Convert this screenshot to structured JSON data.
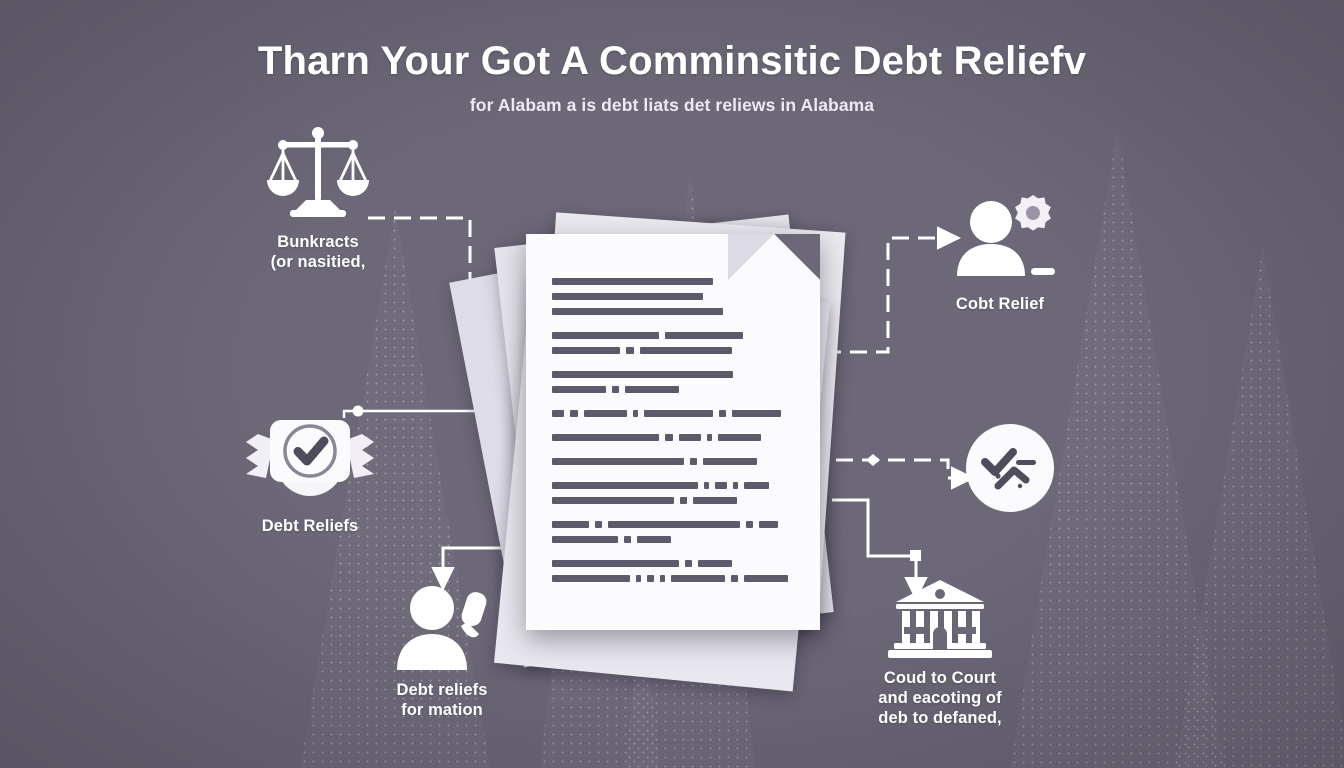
{
  "meta": {
    "background_color": "#6d6878",
    "accent_color": "#ffffff",
    "document_line_color": "#5d5a6b"
  },
  "header": {
    "title": "Tharn Your Got A Comminsitic Debt Reliefv",
    "subtitle": "for Alabam a is debt liats det reliews in Alabama"
  },
  "center": {
    "name": "document-stack",
    "description": "stack of white paper documents with placeholder text lines"
  },
  "nodes": [
    {
      "id": "bankruptcy",
      "icon": "scales-of-justice-icon",
      "label": "Bunkracts\n(or nasitied,",
      "position": "top-left"
    },
    {
      "id": "debt-relief-badge",
      "icon": "checkmark-badge-icon",
      "label": "Debt Reliefs",
      "position": "middle-left"
    },
    {
      "id": "debt-relief-person",
      "icon": "person-raised-hand-icon",
      "label": "Debt reliefs\nfor mation",
      "position": "bottom-left"
    },
    {
      "id": "creditor",
      "icon": "person-gear-icon",
      "label": "Cobt Relief",
      "position": "top-right"
    },
    {
      "id": "approval-circle",
      "icon": "checkmark-chart-circle-icon",
      "label": "",
      "position": "middle-right"
    },
    {
      "id": "court",
      "icon": "courthouse-icon",
      "label": "Coud to Court\nand eacoting of\ndeb to defaned,",
      "position": "bottom-right"
    }
  ],
  "document_lines": [
    {
      "paragraph": 1,
      "rows": [
        [
          66
        ],
        [
          62
        ],
        [
          70
        ]
      ]
    },
    {
      "paragraph": 2,
      "rows": [
        [
          44,
          32
        ],
        [
          28,
          3,
          38
        ]
      ]
    },
    {
      "paragraph": 3,
      "rows": [
        [
          74
        ],
        [
          22,
          3,
          22
        ]
      ]
    },
    {
      "paragraph": 4,
      "rows": [
        [
          5,
          3,
          18,
          2,
          28,
          3,
          20
        ]
      ]
    },
    {
      "paragraph": 5,
      "rows": [
        [
          44,
          3,
          9,
          2,
          18
        ]
      ]
    },
    {
      "paragraph": 6,
      "rows": [
        [
          54,
          3,
          22
        ]
      ]
    },
    {
      "paragraph": 7,
      "rows": [
        [
          60,
          2,
          5,
          2,
          10
        ],
        [
          50,
          3,
          18
        ]
      ]
    },
    {
      "paragraph": 8,
      "rows": [
        [
          15,
          3,
          54,
          3,
          8
        ],
        [
          27,
          3,
          14
        ]
      ]
    },
    {
      "paragraph": 9,
      "rows": [
        [
          52,
          3,
          14
        ],
        [
          32,
          2,
          3,
          2,
          22,
          3,
          18
        ]
      ]
    }
  ]
}
